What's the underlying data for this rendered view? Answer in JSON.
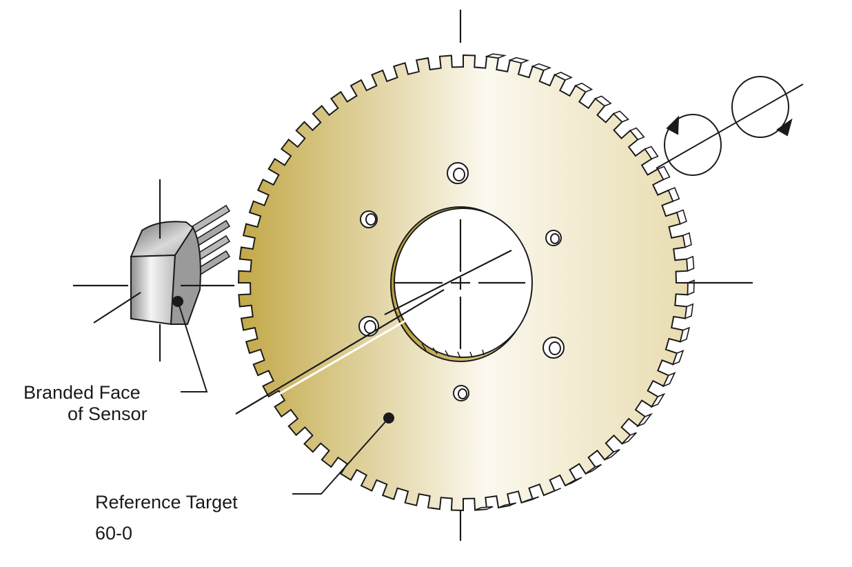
{
  "labels": {
    "sensor_face_line1": "Branded Face",
    "sensor_face_line2": "of Sensor",
    "target_line1": "Reference Target",
    "target_line2": "60-0"
  },
  "target": {
    "tooth_count": 60
  },
  "colors": {
    "wheel_dark": "#c2a847",
    "wheel_light": "#fbf8ee",
    "outline": "#1a1a1a",
    "sensor_dark": "#8d8d8d",
    "sensor_light": "#f5f5f5"
  },
  "icons": {
    "rotation": "rotation-arrows-icon",
    "sensor": "hall-sensor-icon"
  }
}
